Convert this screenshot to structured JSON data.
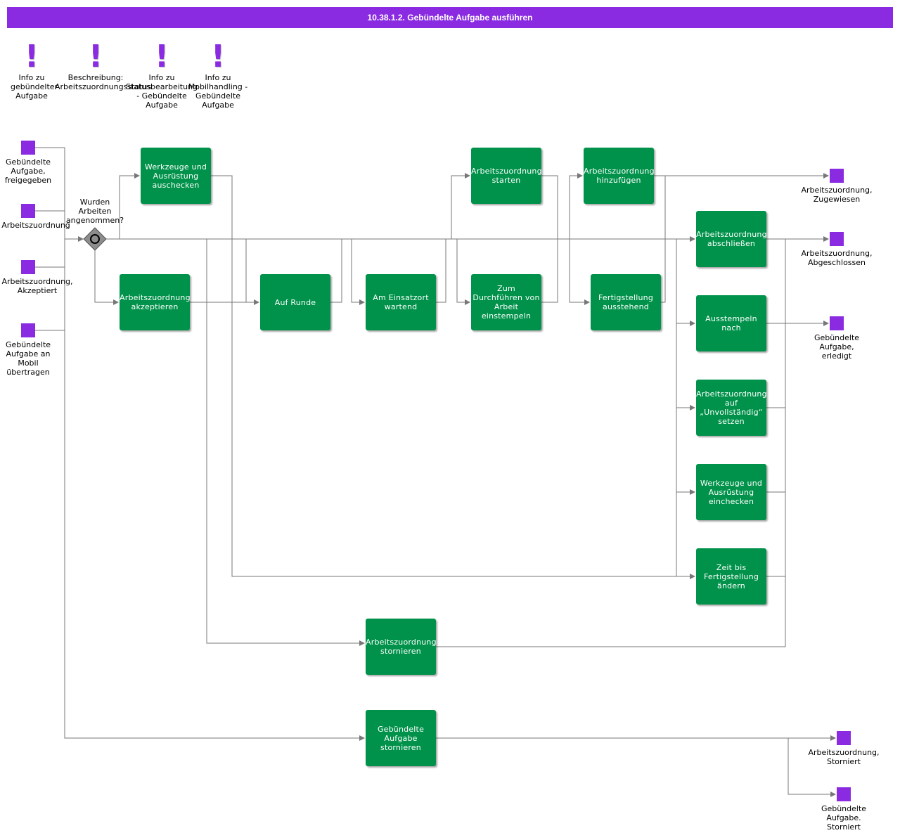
{
  "title": "10.38.1.2. Gebündelte Aufgabe ausführen",
  "colors": {
    "header": "#8a2be2",
    "task": "#00924a",
    "event": "#8a2be2",
    "line": "#777777"
  },
  "notes": [
    {
      "icon": "exclamation-icon",
      "label": "Info zu gebündelter Aufgabe"
    },
    {
      "icon": "exclamation-icon",
      "label": "Beschreibung: Arbeitszuordnungsstatus"
    },
    {
      "icon": "exclamation-icon",
      "label": "Info zu Statusbearbeitung - Gebündelte Aufgabe"
    },
    {
      "icon": "exclamation-icon",
      "label": "Info zu Mobilhandling - Gebündelte Aufgabe"
    }
  ],
  "start_events": [
    {
      "label": "Gebündelte Aufgabe, freigegeben"
    },
    {
      "label": "Arbeitszuordnung"
    },
    {
      "label": "Arbeitszuordnung, Akzeptiert"
    },
    {
      "label": "Gebündelte Aufgabe an Mobil übertragen"
    }
  ],
  "gateway": {
    "label": "Wurden Arbeiten angenommen?"
  },
  "tasks": [
    {
      "label": "Werkzeuge und Ausrüstung auschecken"
    },
    {
      "label": "Arbeitszuordnung akzeptieren"
    },
    {
      "label": "Auf Runde"
    },
    {
      "label": "Am Einsatzort wartend"
    },
    {
      "label": "Arbeitszuordnung starten"
    },
    {
      "label": "Zum Durchführen von Arbeit einstempeln"
    },
    {
      "label": "Arbeitszuordnungen hinzufügen"
    },
    {
      "label": "Fertigstellung ausstehend"
    },
    {
      "label": "Arbeitszuordnung abschließen"
    },
    {
      "label": "Ausstempeln nach"
    },
    {
      "label": "Arbeitszuordnung auf „Unvollständig“ setzen"
    },
    {
      "label": "Werkzeuge und Ausrüstung einchecken"
    },
    {
      "label": "Zeit bis Fertigstellung ändern"
    },
    {
      "label": "Arbeitszuordnung stornieren"
    },
    {
      "label": "Gebündelte Aufgabe stornieren"
    }
  ],
  "end_events": [
    {
      "label": "Arbeitszuordnung, Zugewiesen"
    },
    {
      "label": "Arbeitszuordnung, Abgeschlossen"
    },
    {
      "label": "Gebündelte Aufgabe, erledigt"
    },
    {
      "label": "Arbeitszuordnung, Storniert"
    },
    {
      "label": "Gebündelte Aufgabe. Storniert"
    }
  ]
}
